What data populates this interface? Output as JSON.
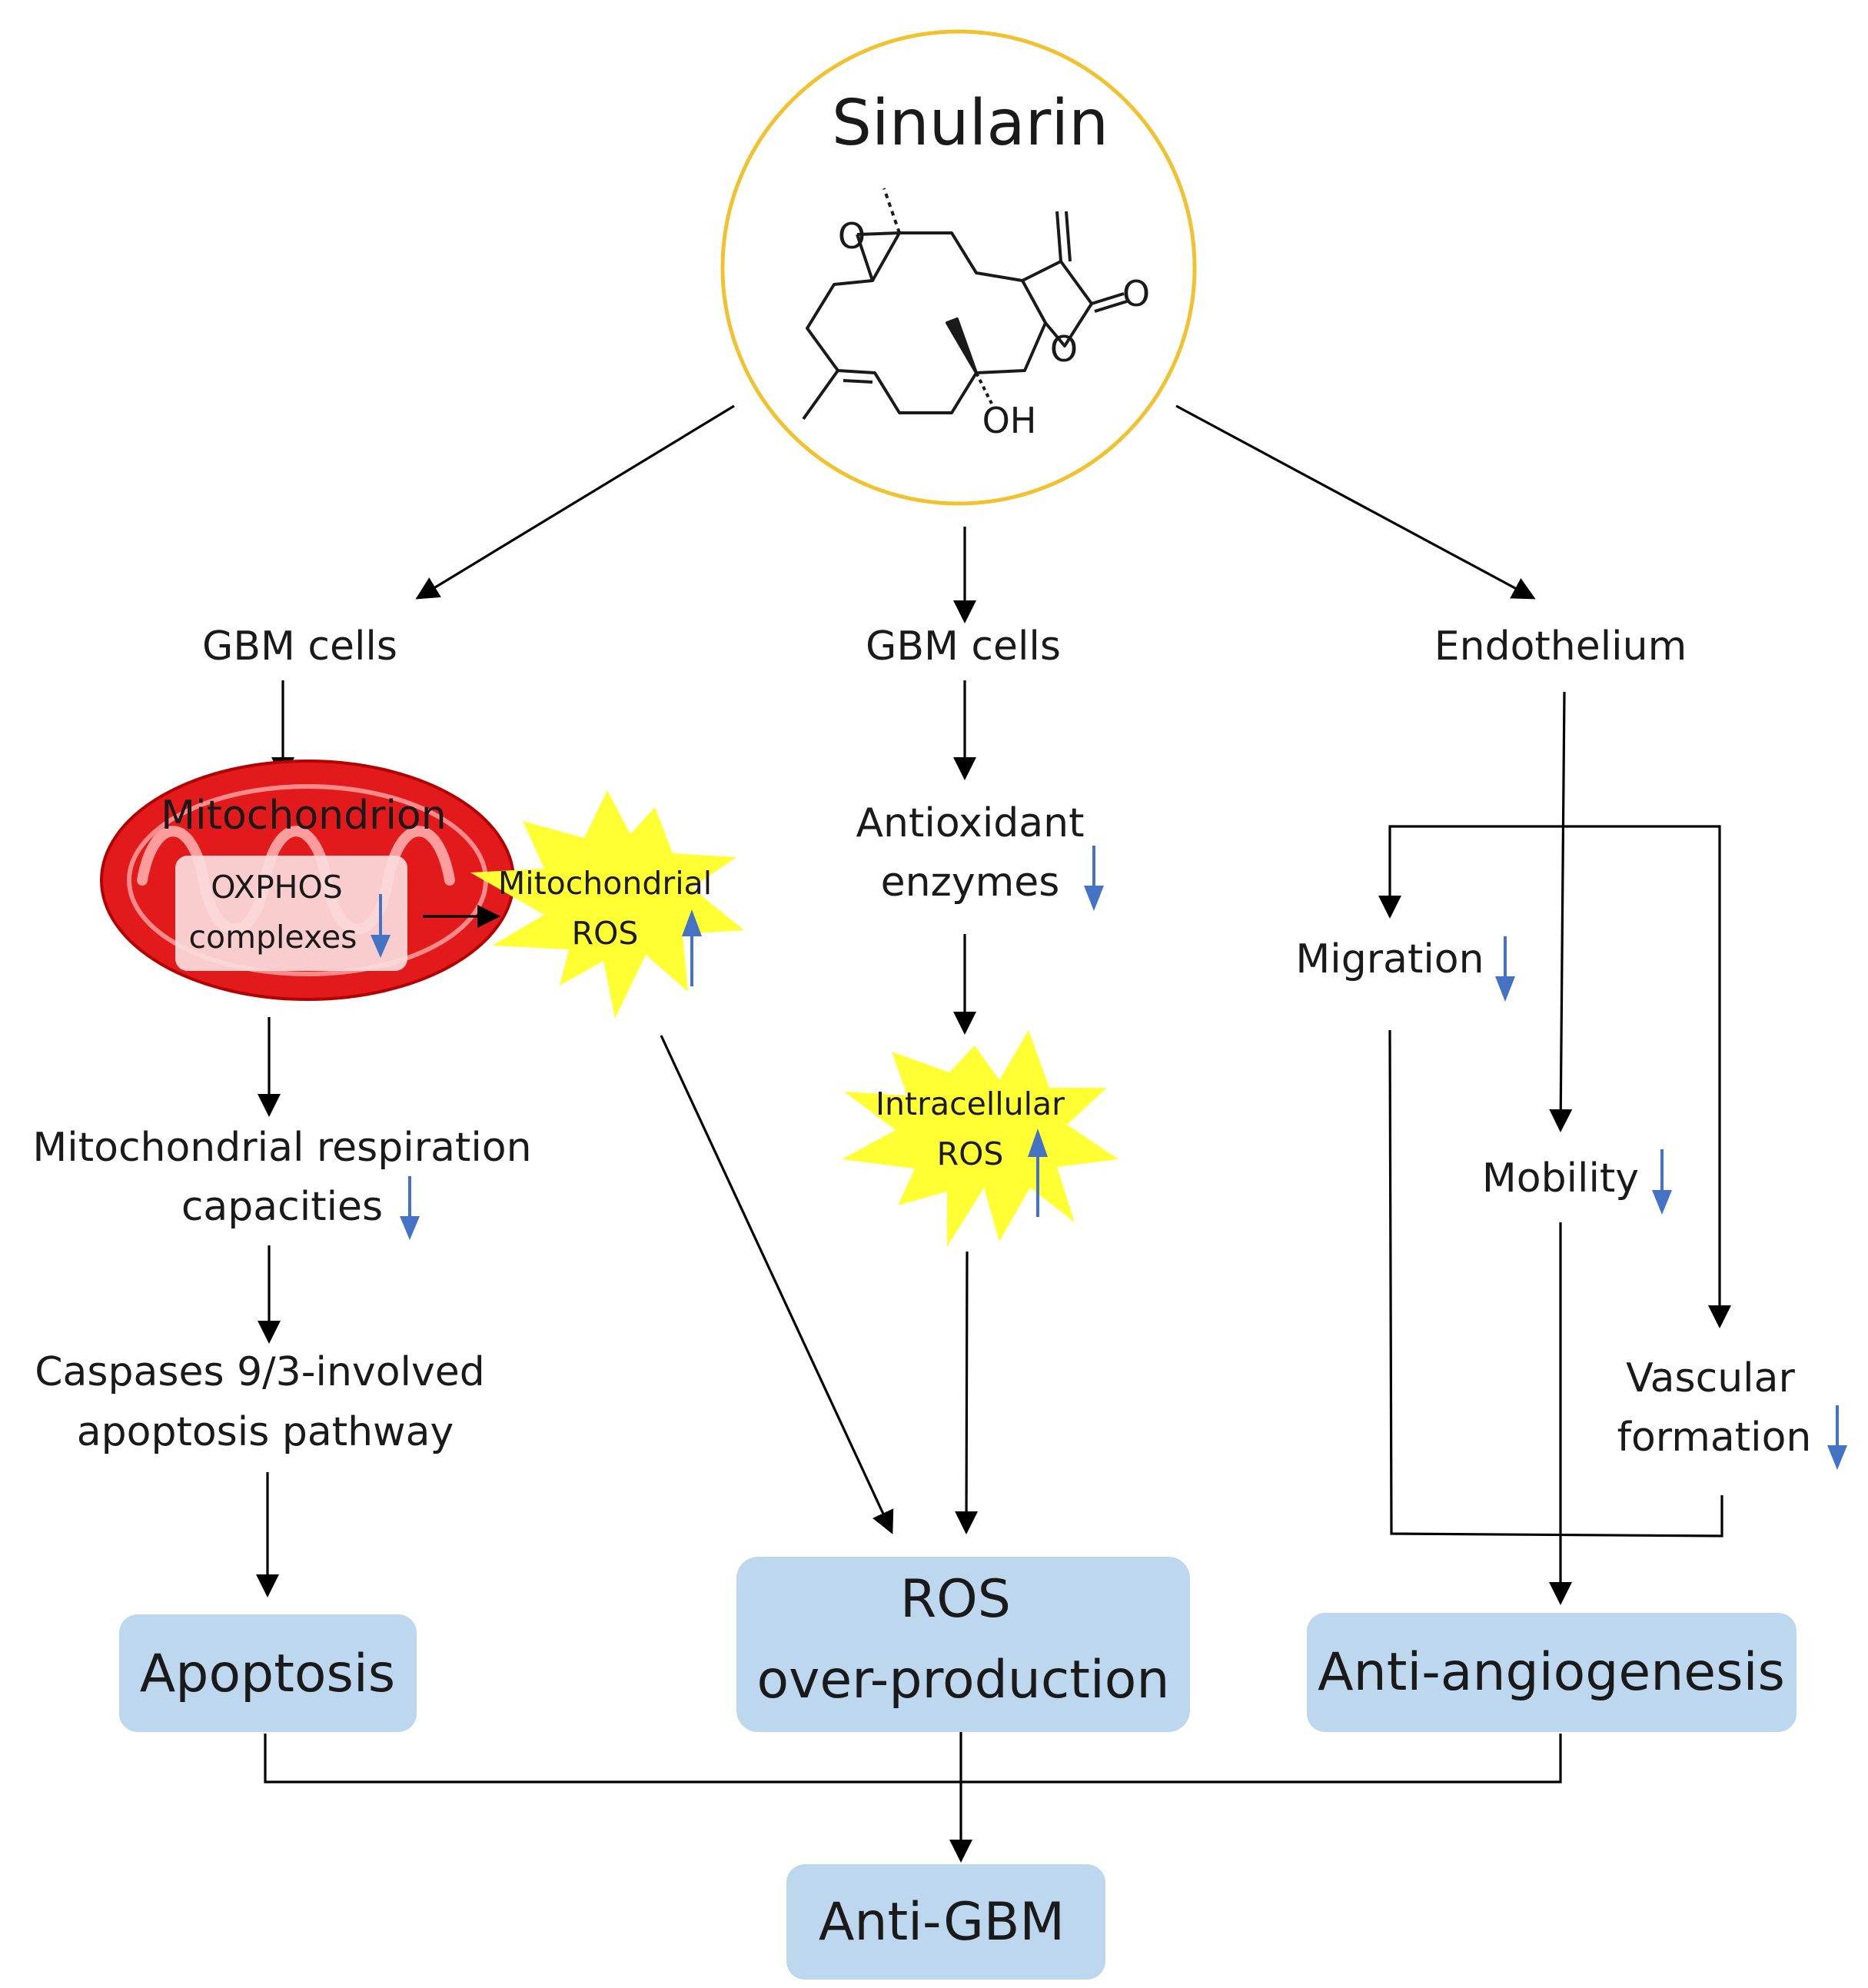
{
  "compound": {
    "name": "Sinularin",
    "atoms": {
      "o_epoxide": "O",
      "o_carbonyl": "O",
      "o_lactone": "O",
      "oh": "OH"
    }
  },
  "branches": {
    "left": {
      "cells": "GBM cells",
      "organelle": "Mitochondrion",
      "complex_line1": "OXPHOS",
      "complex_line2": "complexes",
      "mito_ros_line1": "Mitochondrial",
      "mito_ros_line2": "ROS",
      "respiration_line1": "Mitochondrial respiration",
      "respiration_line2": "capacities",
      "caspase_line1": "Caspases 9/3-involved",
      "caspase_line2": "apoptosis pathway",
      "outcome": "Apoptosis"
    },
    "middle": {
      "cells": "GBM cells",
      "enzymes_line1": "Antioxidant",
      "enzymes_line2": "enzymes",
      "ros_line1": "Intracellular",
      "ros_line2": "ROS",
      "outcome_line1": "ROS",
      "outcome_line2": "over-production"
    },
    "right": {
      "cells": "Endothelium",
      "migration": "Migration",
      "mobility": "Mobility",
      "vascular_line1": "Vascular",
      "vascular_line2": "formation",
      "outcome": "Anti-angiogenesis"
    }
  },
  "final_outcome": "Anti-GBM",
  "colors": {
    "outcome_box": "#bdd7ee",
    "circle_border": "#f2c12e",
    "starburst": "#ffff33",
    "mitochondrion": "#e31a1c",
    "indicator_arrow": "#4472c4"
  },
  "icons": {
    "decrease": "blue-down-arrow-icon",
    "increase": "blue-up-arrow-icon"
  }
}
